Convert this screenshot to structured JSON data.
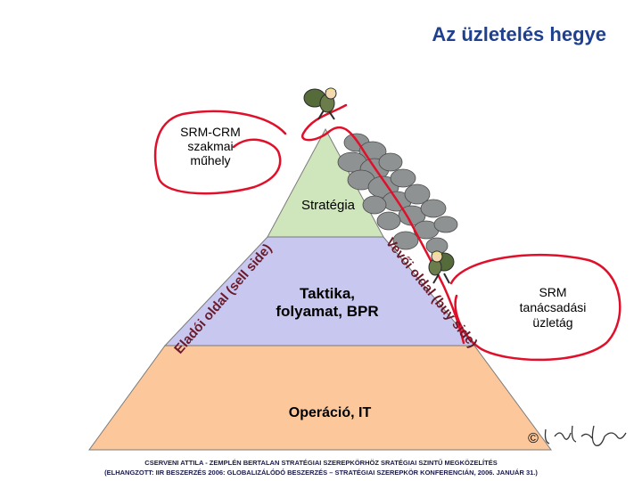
{
  "title": "Az üzletelés hegye",
  "layers": {
    "top": "Stratégia",
    "middle_line1": "Taktika,",
    "middle_line2": "folyamat, BPR",
    "bottom": "Operáció, IT"
  },
  "sides": {
    "seller": "Eladói oldal (sell side)",
    "buyer": "Vevői oldal (buy side)"
  },
  "callouts": {
    "left_line1": "SRM-CRM",
    "left_line2": "szakmai",
    "left_line3": "műhely",
    "right_line1": "SRM",
    "right_line2": "tanácsadási",
    "right_line3": "üzletág"
  },
  "copyright": "©",
  "footer": {
    "line1": "CSERVENI ATTILA - ZEMPLÉN BERTALAN STRATÉGIAI SZEREPKÖRHÖZ SRATÉGIAI SZINTŰ MEGKÖZELÍTÉS",
    "line2": "(ELHANGZOTT: IIR BESZERZÉS 2006: GLOBALIZÁLÓDÓ BESZERZÉS – STRATÉGIAI SZEREPKÖR KONFERENCIÁN, 2006. JANUÁR 31.)"
  },
  "colors": {
    "strategy": "#cfe6bd",
    "tactics": "#c7c7ef",
    "operations": "#fcc79a",
    "path": "#e0102a",
    "title": "#1f3f8f",
    "clouds": "#8f9292"
  },
  "icons": [
    "climber-icon",
    "signature-icon"
  ]
}
